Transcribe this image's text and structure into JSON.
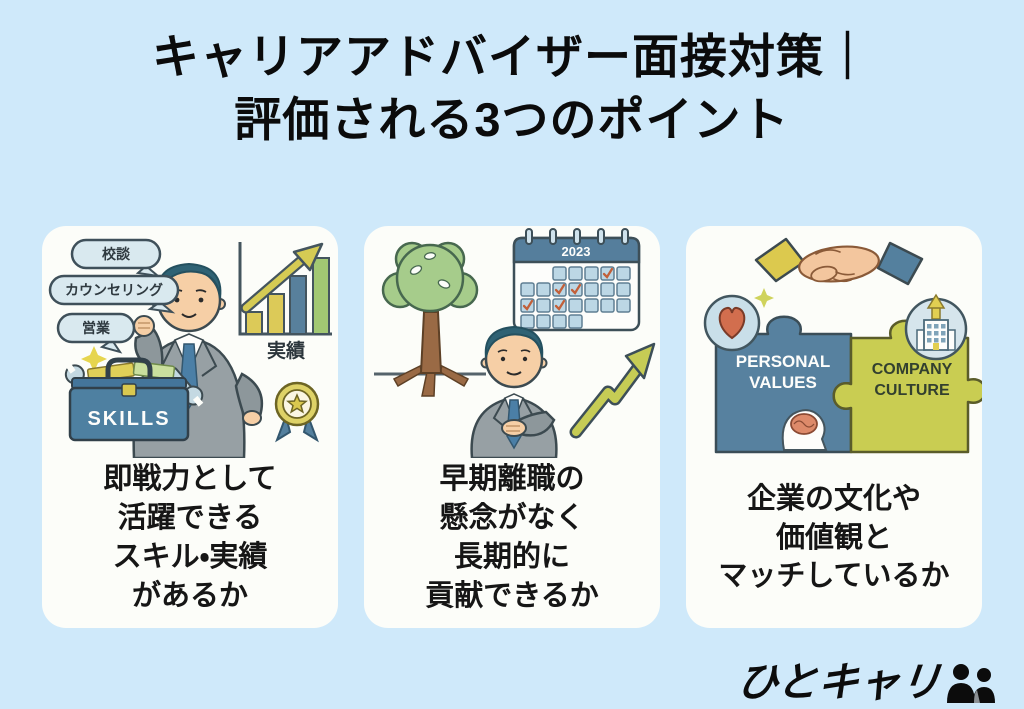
{
  "title": {
    "line1": "キャリアアドバイザー面接対策｜",
    "line2": "評価される3つのポイント"
  },
  "cards": [
    {
      "id": "skills",
      "caption_lines": [
        "即戦力として",
        "活躍できる",
        "スキル・実績",
        "があるか"
      ],
      "labels": {
        "speech_bubbles": [
          "校談",
          "カウンセリング",
          "営業"
        ],
        "toolbox": "SKILLS",
        "chart": "実績"
      }
    },
    {
      "id": "long-term",
      "caption_lines": [
        "早期離職の",
        "懸念がなく",
        "長期的に",
        "貢献できるか"
      ],
      "labels": {
        "calendar_year": "2023"
      }
    },
    {
      "id": "culture-fit",
      "caption_lines": [
        "企業の文化や",
        "価値観と",
        "マッチしているか"
      ],
      "labels": {
        "puzzle_left_line1": "PERSONAL",
        "puzzle_left_line2": "VALUES",
        "puzzle_right_line1": "COMPANY",
        "puzzle_right_line2": "CULTURE"
      }
    }
  ],
  "logo": {
    "wordmark": "ひとキャリ"
  },
  "colors": {
    "background": "#cfe9fa",
    "card": "#fcfdf9",
    "title_text": "#0b0b0b",
    "caption_text": "#161616",
    "accent_blue": "#54809e",
    "accent_yellow_green": "#c9cd52",
    "accent_yellow": "#ddca4a",
    "accent_orange": "#d26e4e"
  }
}
